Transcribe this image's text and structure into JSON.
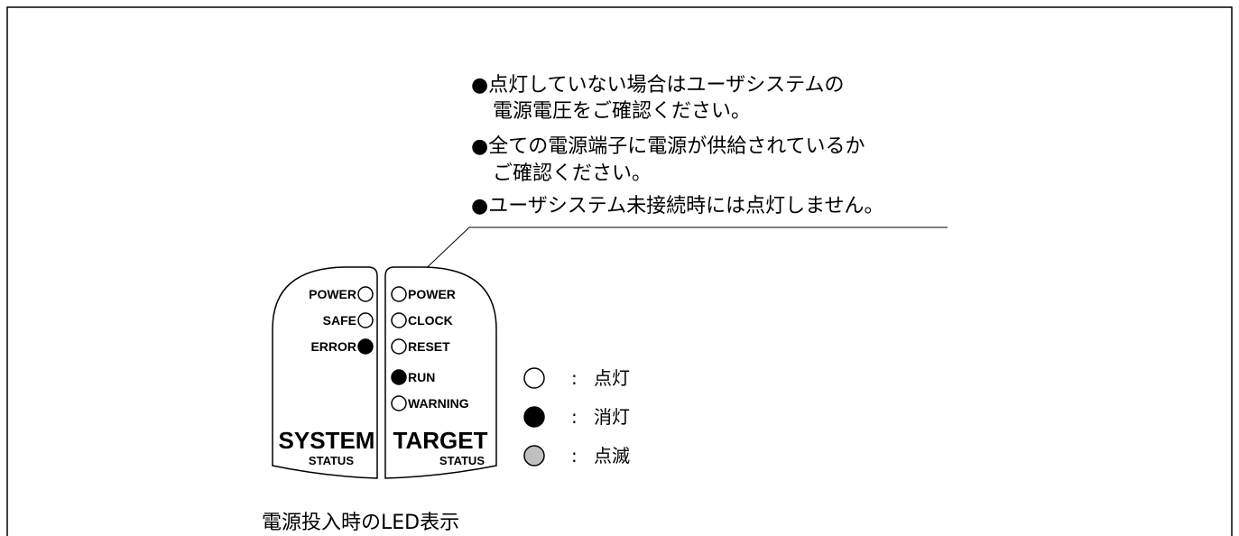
{
  "notes": [
    "●点灯していない場合はユーザシステムの",
    "電源電圧をご確認ください。",
    "●全ての電源端子に電源が供給されているか",
    "ご確認ください。",
    "●ユーザシステム未接続時には点灯しません。"
  ],
  "system_panel": {
    "title": "SYSTEM",
    "subtitle": "STATUS",
    "leds": [
      {
        "label": "POWER",
        "state": "on"
      },
      {
        "label": "SAFE",
        "state": "on"
      },
      {
        "label": "ERROR",
        "state": "off"
      }
    ]
  },
  "target_panel": {
    "title": "TARGET",
    "subtitle": "STATUS",
    "leds": [
      {
        "label": "POWER",
        "state": "on"
      },
      {
        "label": "CLOCK",
        "state": "on"
      },
      {
        "label": "RESET",
        "state": "on"
      },
      {
        "label": "RUN",
        "state": "off"
      },
      {
        "label": "WARNING",
        "state": "on"
      }
    ]
  },
  "legend": [
    {
      "symbol": "open-circle",
      "sep": ":",
      "label": "点灯",
      "color": "#ffffff"
    },
    {
      "symbol": "filled-circle",
      "sep": ":",
      "label": "消灯",
      "color": "#000000"
    },
    {
      "symbol": "gray-circle",
      "sep": ":",
      "label": "点滅",
      "color": "#c0c0c0"
    }
  ],
  "caption": "電源投入時のLED表示"
}
